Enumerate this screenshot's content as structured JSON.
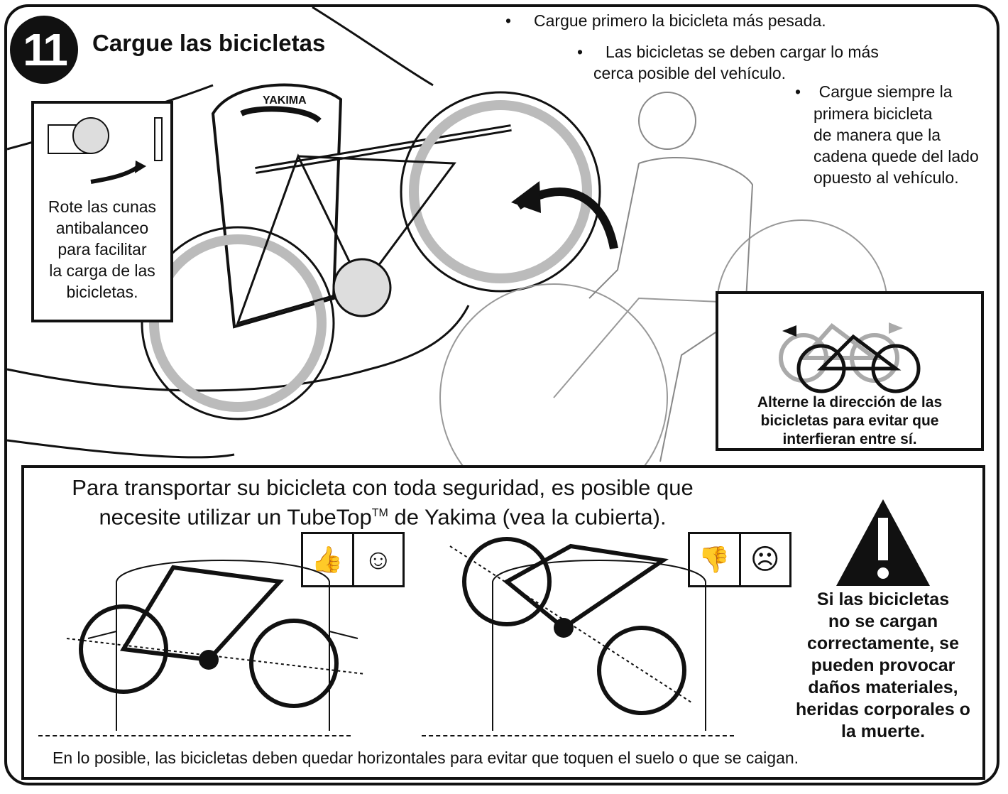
{
  "step": {
    "number": "11",
    "title": "Cargue las bicicletas"
  },
  "bullets": [
    "Cargue primero la bicicleta más pesada.",
    "Las bicicletas se deben cargar lo más",
    "cerca posible del vehículo.",
    "Cargue siempre la",
    "primera bicicleta",
    "de manera que la",
    "cadena quede del lado",
    "opuesto al vehículo."
  ],
  "left_callout": {
    "lines": [
      "Rote las cunas",
      "antibalanceo",
      "para facilitar",
      "la carga de las",
      "bicicletas."
    ]
  },
  "right_callout": {
    "lines": [
      "Alterne la dirección de las",
      "bicicletas para evitar que",
      "interfieran entre sí."
    ]
  },
  "bottom": {
    "headline_line1": "Para transportar su bicicleta con toda seguridad, es posible que",
    "headline_line2_a": "necesite utilizar un TubeTop",
    "headline_tm": "TM",
    "headline_line2_b": " de Yakima (vea la cubierta).",
    "footer": "En lo posible, las bicicletas deben quedar horizontales para evitar que toquen el suelo o que se caigan.",
    "warning_lines": [
      "Si las bicicletas",
      "no se cargan",
      "correctamente, se",
      "pueden provocar",
      "daños materiales,",
      "heridas corporales o",
      "la muerte."
    ]
  },
  "icons": {
    "good": [
      "thumbs-up-icon",
      "smiley-icon"
    ],
    "bad": [
      "thumbs-down-icon",
      "frown-icon"
    ],
    "warning": "warning-triangle-icon"
  },
  "brand_text": "YAKIMA"
}
